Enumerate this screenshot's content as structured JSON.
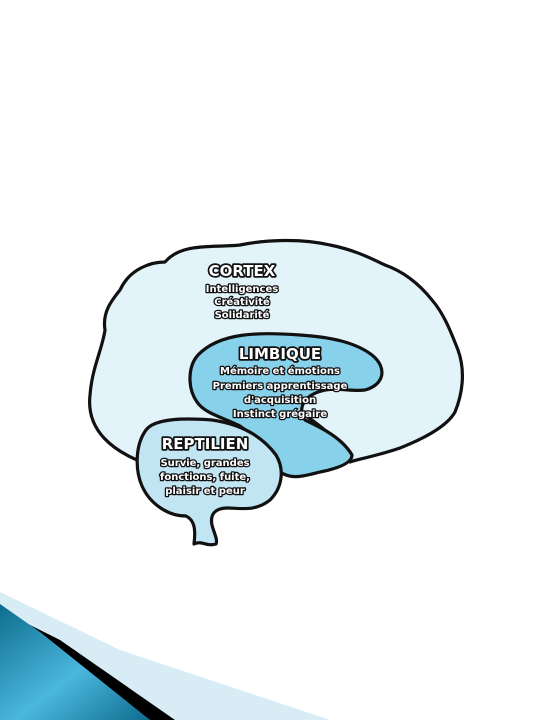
{
  "regions": {
    "cortex": {
      "title": "CORTEX",
      "lines": [
        "Intelligences",
        "Créativité",
        "Solidarité"
      ],
      "fill": "#e2f3fa"
    },
    "limbique": {
      "title": "LIMBIQUE",
      "lines": [
        "Mémoire et émotions",
        "Premiers apprentissage",
        "d'acquisition",
        "Instinct grégaire"
      ],
      "fill": "#88d1ea"
    },
    "reptilien": {
      "title": "REPTILIEN",
      "lines": [
        "Survie, grandes",
        "fonctions, fuite,",
        "plaisir et peur"
      ],
      "fill": "#c2e5f4"
    }
  },
  "colors": {
    "outline": "#111111",
    "label_text": "#ffffff",
    "accent_dark": "#0d6d8f",
    "accent_light": "#4bb7dc",
    "accent_pale": "#d7ecf5",
    "shadow": "#000000"
  }
}
